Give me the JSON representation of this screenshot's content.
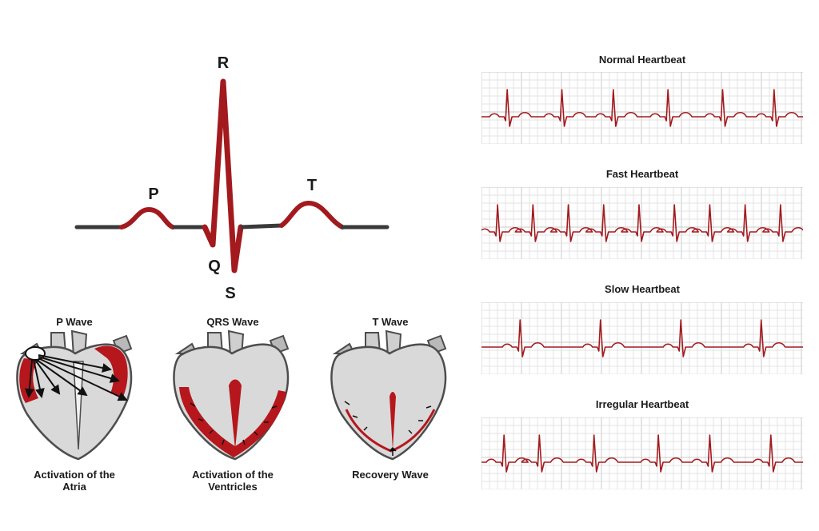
{
  "wave": {
    "labels": {
      "p": "P",
      "q": "Q",
      "r": "R",
      "s": "S",
      "t": "T"
    },
    "baseline_color": "#3a3a3a",
    "wave_color": "#a31a1e"
  },
  "hearts": [
    {
      "title": "P Wave",
      "caption_line1": "Activation of the",
      "caption_line2": "Atria"
    },
    {
      "title": "QRS Wave",
      "caption_line1": "Activation of the",
      "caption_line2": "Ventricles"
    },
    {
      "title": "T Wave",
      "caption_line1": "Recovery Wave",
      "caption_line2": ""
    }
  ],
  "strips": [
    {
      "title": "Normal Heartbeat",
      "beats": [
        0.08,
        0.25,
        0.41,
        0.58,
        0.75,
        0.91
      ]
    },
    {
      "title": "Fast Heartbeat",
      "beats": [
        0.05,
        0.16,
        0.27,
        0.38,
        0.49,
        0.6,
        0.71,
        0.82,
        0.93
      ]
    },
    {
      "title": "Slow Heartbeat",
      "beats": [
        0.12,
        0.37,
        0.62,
        0.87
      ]
    },
    {
      "title": "Irregular Heartbeat",
      "beats": [
        0.07,
        0.18,
        0.35,
        0.55,
        0.71,
        0.9
      ]
    }
  ],
  "colors": {
    "ecg_line": "#a31a1e",
    "grid_minor": "#e3e3e3",
    "grid_major": "#c9c9c9",
    "heart_fill": "#d9d9d9",
    "heart_outline": "#4d4d4d",
    "activation": "#b5171c"
  }
}
